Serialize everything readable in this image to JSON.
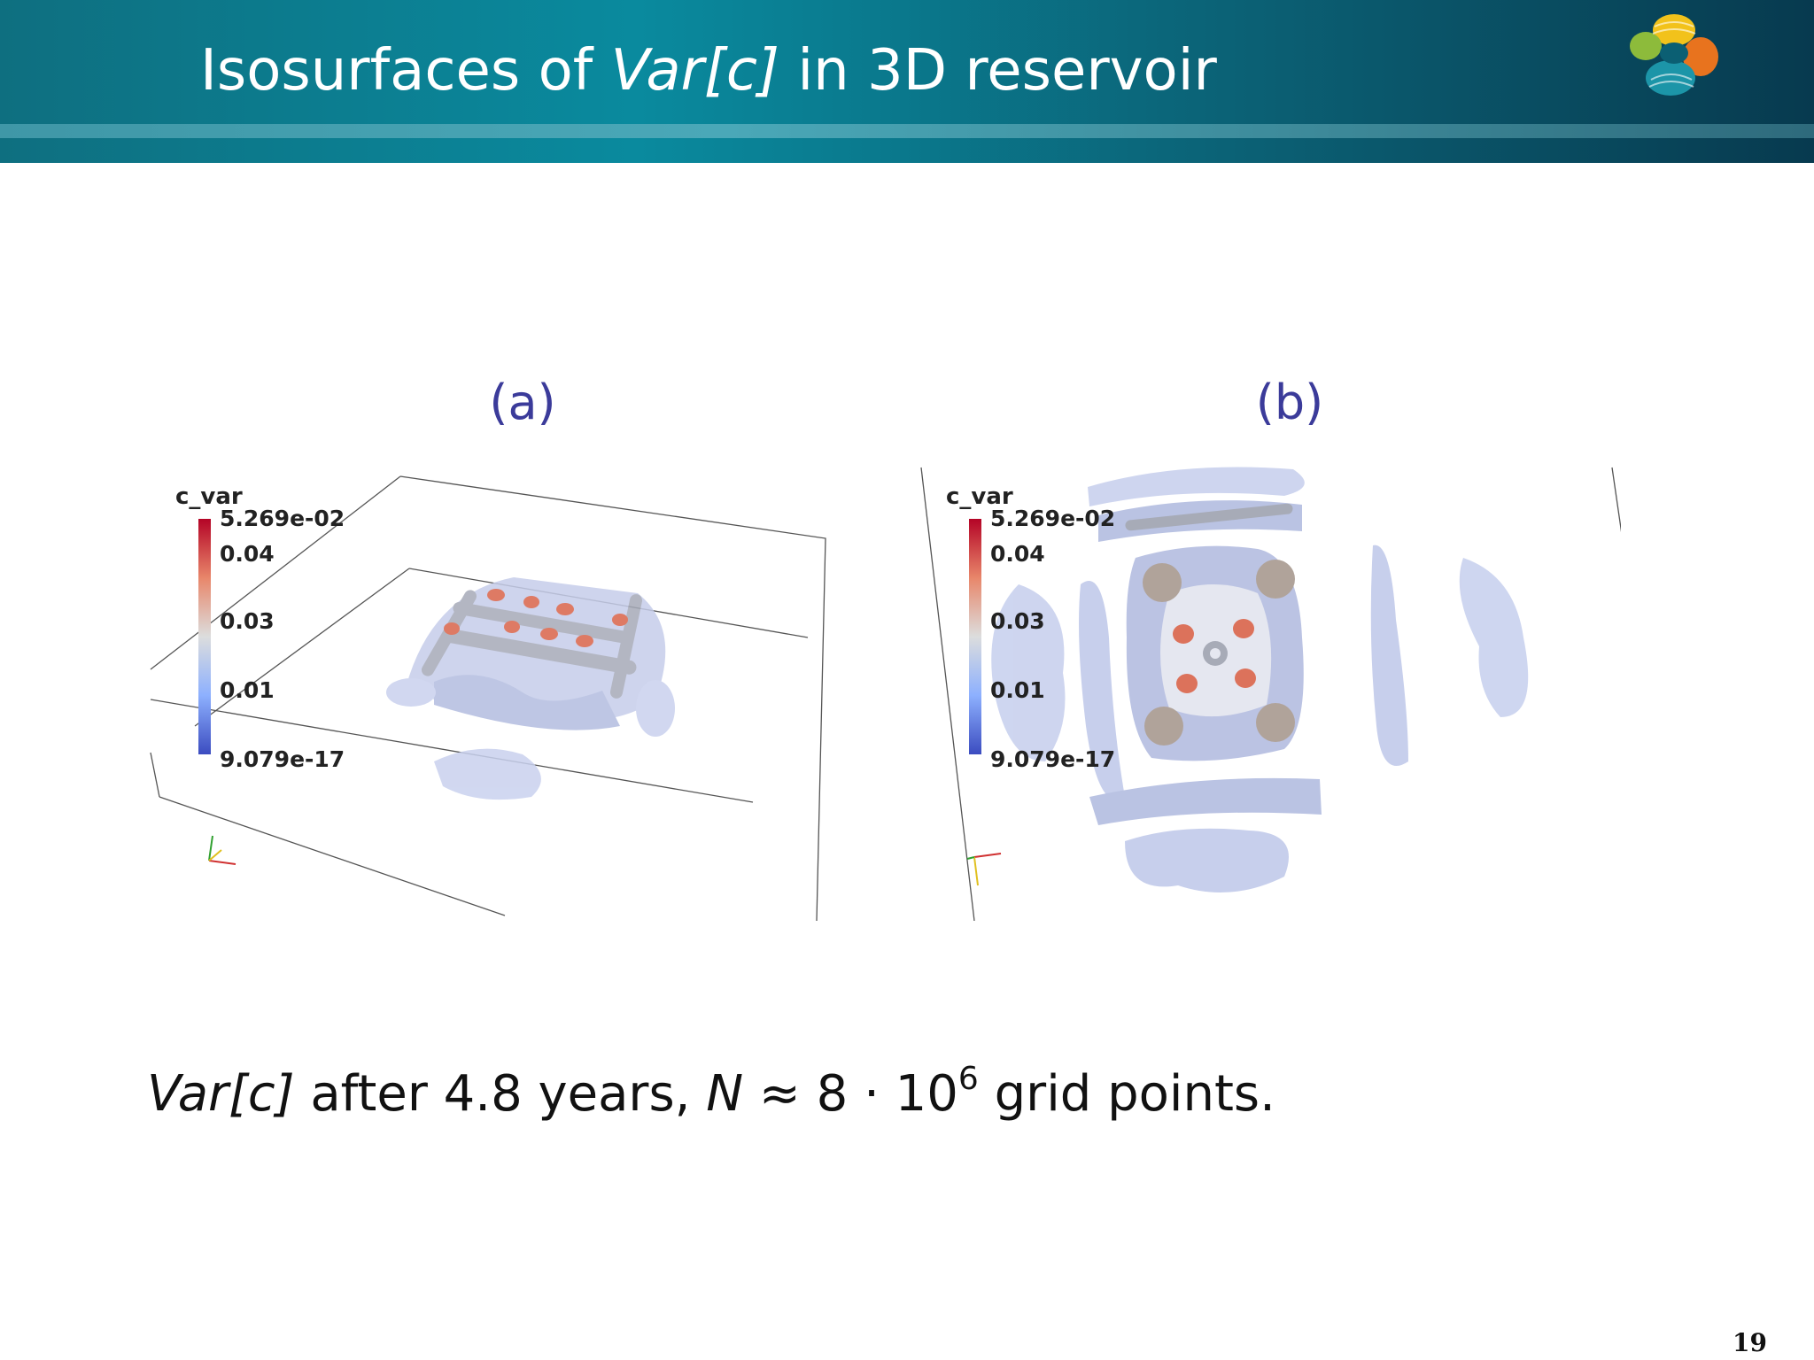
{
  "slide": {
    "title": {
      "prefix": "Isosurfaces of ",
      "math": "Var[c]",
      "suffix": " in 3D reservoir"
    },
    "panels": [
      {
        "label": "(a)",
        "colorbar": {
          "title": "c_var",
          "ticks": [
            "5.269e-02",
            "0.04",
            "0.03",
            "0.01",
            "9.079e-17"
          ]
        }
      },
      {
        "label": "(b)",
        "colorbar": {
          "title": "c_var",
          "ticks": [
            "5.269e-02",
            "0.04",
            "0.03",
            "0.01",
            "9.079e-17"
          ]
        }
      }
    ],
    "caption": {
      "math_var": "Var[c]",
      "text1": " after 4.8 years, ",
      "math_n": "N",
      "approx": " ≈ 8 · 10",
      "exponent": "6",
      "text2": " grid points."
    },
    "page_number": "19"
  },
  "colors": {
    "header_dark": "#073a4f",
    "header_light": "#0a8a9e",
    "label_blue": "#3b3b9a",
    "isosurface": "#b8c4e6",
    "hot": "#d9634a"
  }
}
